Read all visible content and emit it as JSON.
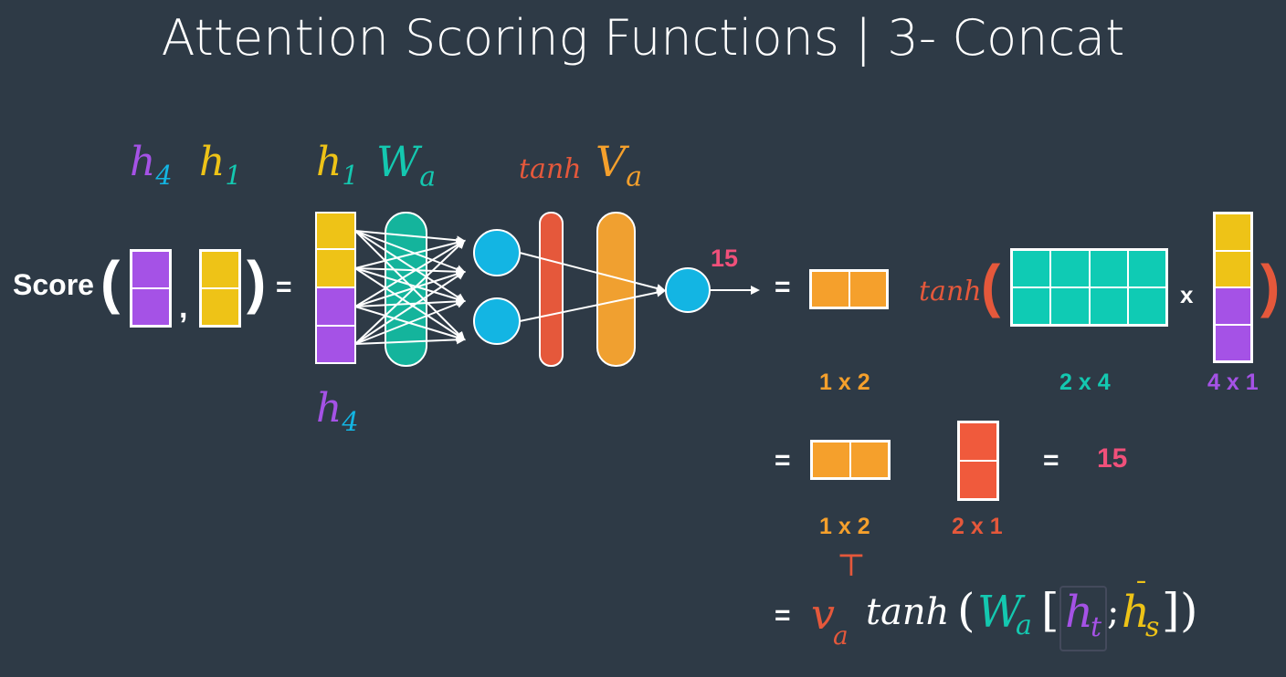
{
  "title": "Attention Scoring Functions | 3- Concat",
  "colors": {
    "background": "#2e3a46",
    "purple": "#a552e6",
    "yellow": "#eec317",
    "teal": "#14c8b0",
    "orange": "#f5a02c",
    "red_orange": "#e5583b",
    "cyan": "#13b5e3",
    "pink": "#f0507a",
    "white": "#ffffff"
  },
  "inputs": {
    "h4_base": "h",
    "h4_sub": "4",
    "h1_base": "h",
    "h1_sub": "1",
    "score_label": "Score",
    "comma": ",",
    "equals": "="
  },
  "network": {
    "h1_base": "h",
    "h1_sub": "1",
    "wa_base": "W",
    "wa_sub": "a",
    "tanh": "tanh",
    "va_base": "V",
    "va_sub": "a",
    "h4_base": "h",
    "h4_sub": "4",
    "output_value": "15"
  },
  "equation1": {
    "equals": "=",
    "tanh": "tanh",
    "times": "x",
    "dim_va": "1 x 2",
    "dim_wa": "2 x 4",
    "dim_concat": "4 x 1"
  },
  "equation2": {
    "equals": "=",
    "dim_left": "1 x 2",
    "dim_right": "2 x 1",
    "equals_result": "=",
    "result": "15"
  },
  "formula": {
    "equals": "=",
    "v": "v",
    "v_sub": "a",
    "transpose": "⊤",
    "tanh": "tanh",
    "w": "W",
    "w_sub": "a",
    "h_t": "h",
    "h_t_sub": "t",
    "semicolon": ";",
    "h_s": "h",
    "h_s_bar": "¯",
    "h_s_sub": "s"
  }
}
